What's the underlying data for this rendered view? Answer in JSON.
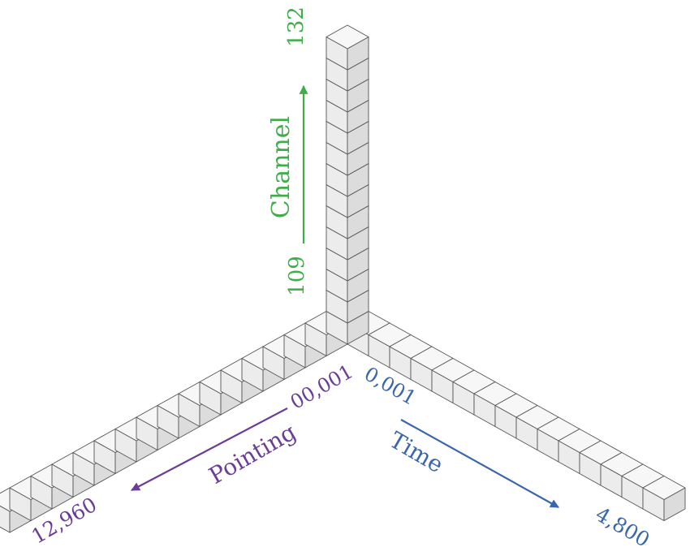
{
  "axes": {
    "channel": {
      "label": "Channel",
      "start": "109",
      "end": "132",
      "color": "#3fae49"
    },
    "pointing": {
      "label": "Pointing",
      "start": "00,001",
      "end": "12,960",
      "color": "#6a3d96"
    },
    "time": {
      "label": "Time",
      "start": "0,001",
      "end": "4,800",
      "color": "#3a66ad"
    }
  },
  "cube_style": {
    "top": "#f7f7f7",
    "left": "#ececec",
    "right": "#dcdcdc",
    "edge": "#555555"
  }
}
